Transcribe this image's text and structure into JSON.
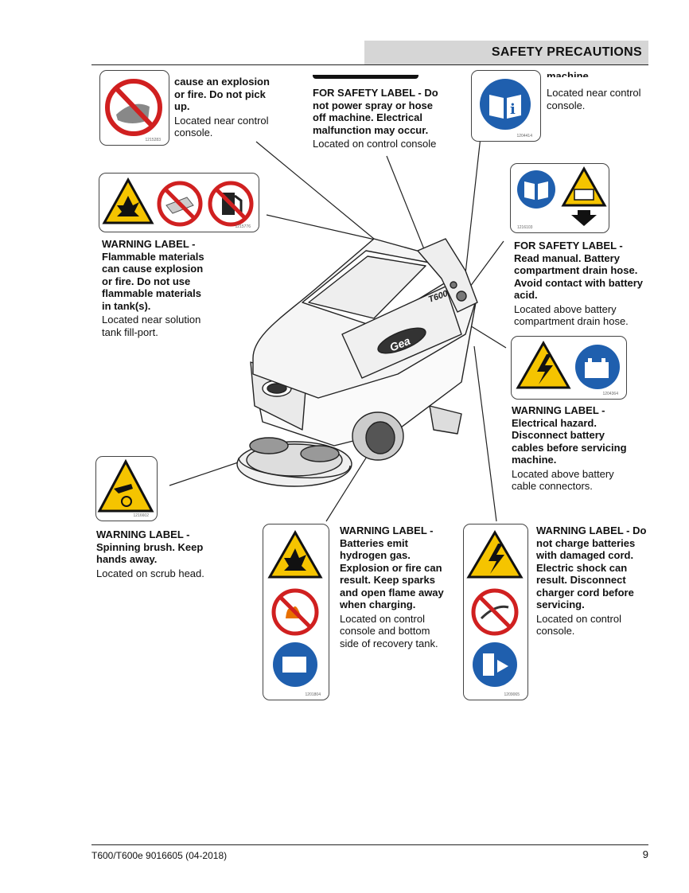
{
  "header": {
    "title": "SAFETY PRECAUTIONS"
  },
  "footer": {
    "doc_ref": "T600/T600e 9016605 (04-2018)",
    "page_number": "9"
  },
  "labels": {
    "top_left": {
      "title": "cause an explosion or fire. Do not pick up.",
      "location": "Located near control console."
    },
    "top_center": {
      "title": "FOR SAFETY LABEL - Do not power spray or hose off machine. Electrical malfunction may occur.",
      "location": "Located on control console"
    },
    "top_right": {
      "title": "machine.",
      "location": "Located near control console."
    },
    "flammable": {
      "title": "WARNING LABEL - Flammable materials can cause explosion or fire. Do not use flammable materials in tank(s).",
      "location": "Located near solution tank fill-port."
    },
    "battery_drain": {
      "title": "FOR SAFETY LABEL - Read manual. Battery compartment drain hose. Avoid contact with battery acid.",
      "location": "Located above battery compartment drain hose."
    },
    "electrical": {
      "title": "WARNING LABEL - Electrical hazard. Disconnect battery cables before servicing machine.",
      "location": "Located above battery cable connectors."
    },
    "brush": {
      "title": "WARNING LABEL - Spinning brush. Keep hands away.",
      "location": "Located on scrub head."
    },
    "hydrogen": {
      "title": "WARNING LABEL - Batteries emit hydrogen gas. Explosion or fire can result. Keep sparks and open flame away when charging.",
      "location": "Located on control console and bottom side of recovery tank."
    },
    "cord": {
      "title": "WARNING LABEL - Do not charge batteries with damaged cord. Electric shock can result. Disconnect charger cord before servicing.",
      "location": "Located on control console."
    }
  },
  "decal_codes": {
    "top_left": "1215283",
    "top_right": "1204414",
    "flammable": "1215776",
    "battery_drain": "1216103",
    "electrical": "1204364",
    "brush": "1216602",
    "hydrogen": "1201804",
    "cord": "1209065"
  },
  "machine": {
    "model_badge": "T600",
    "brand_badge": "Gea"
  }
}
